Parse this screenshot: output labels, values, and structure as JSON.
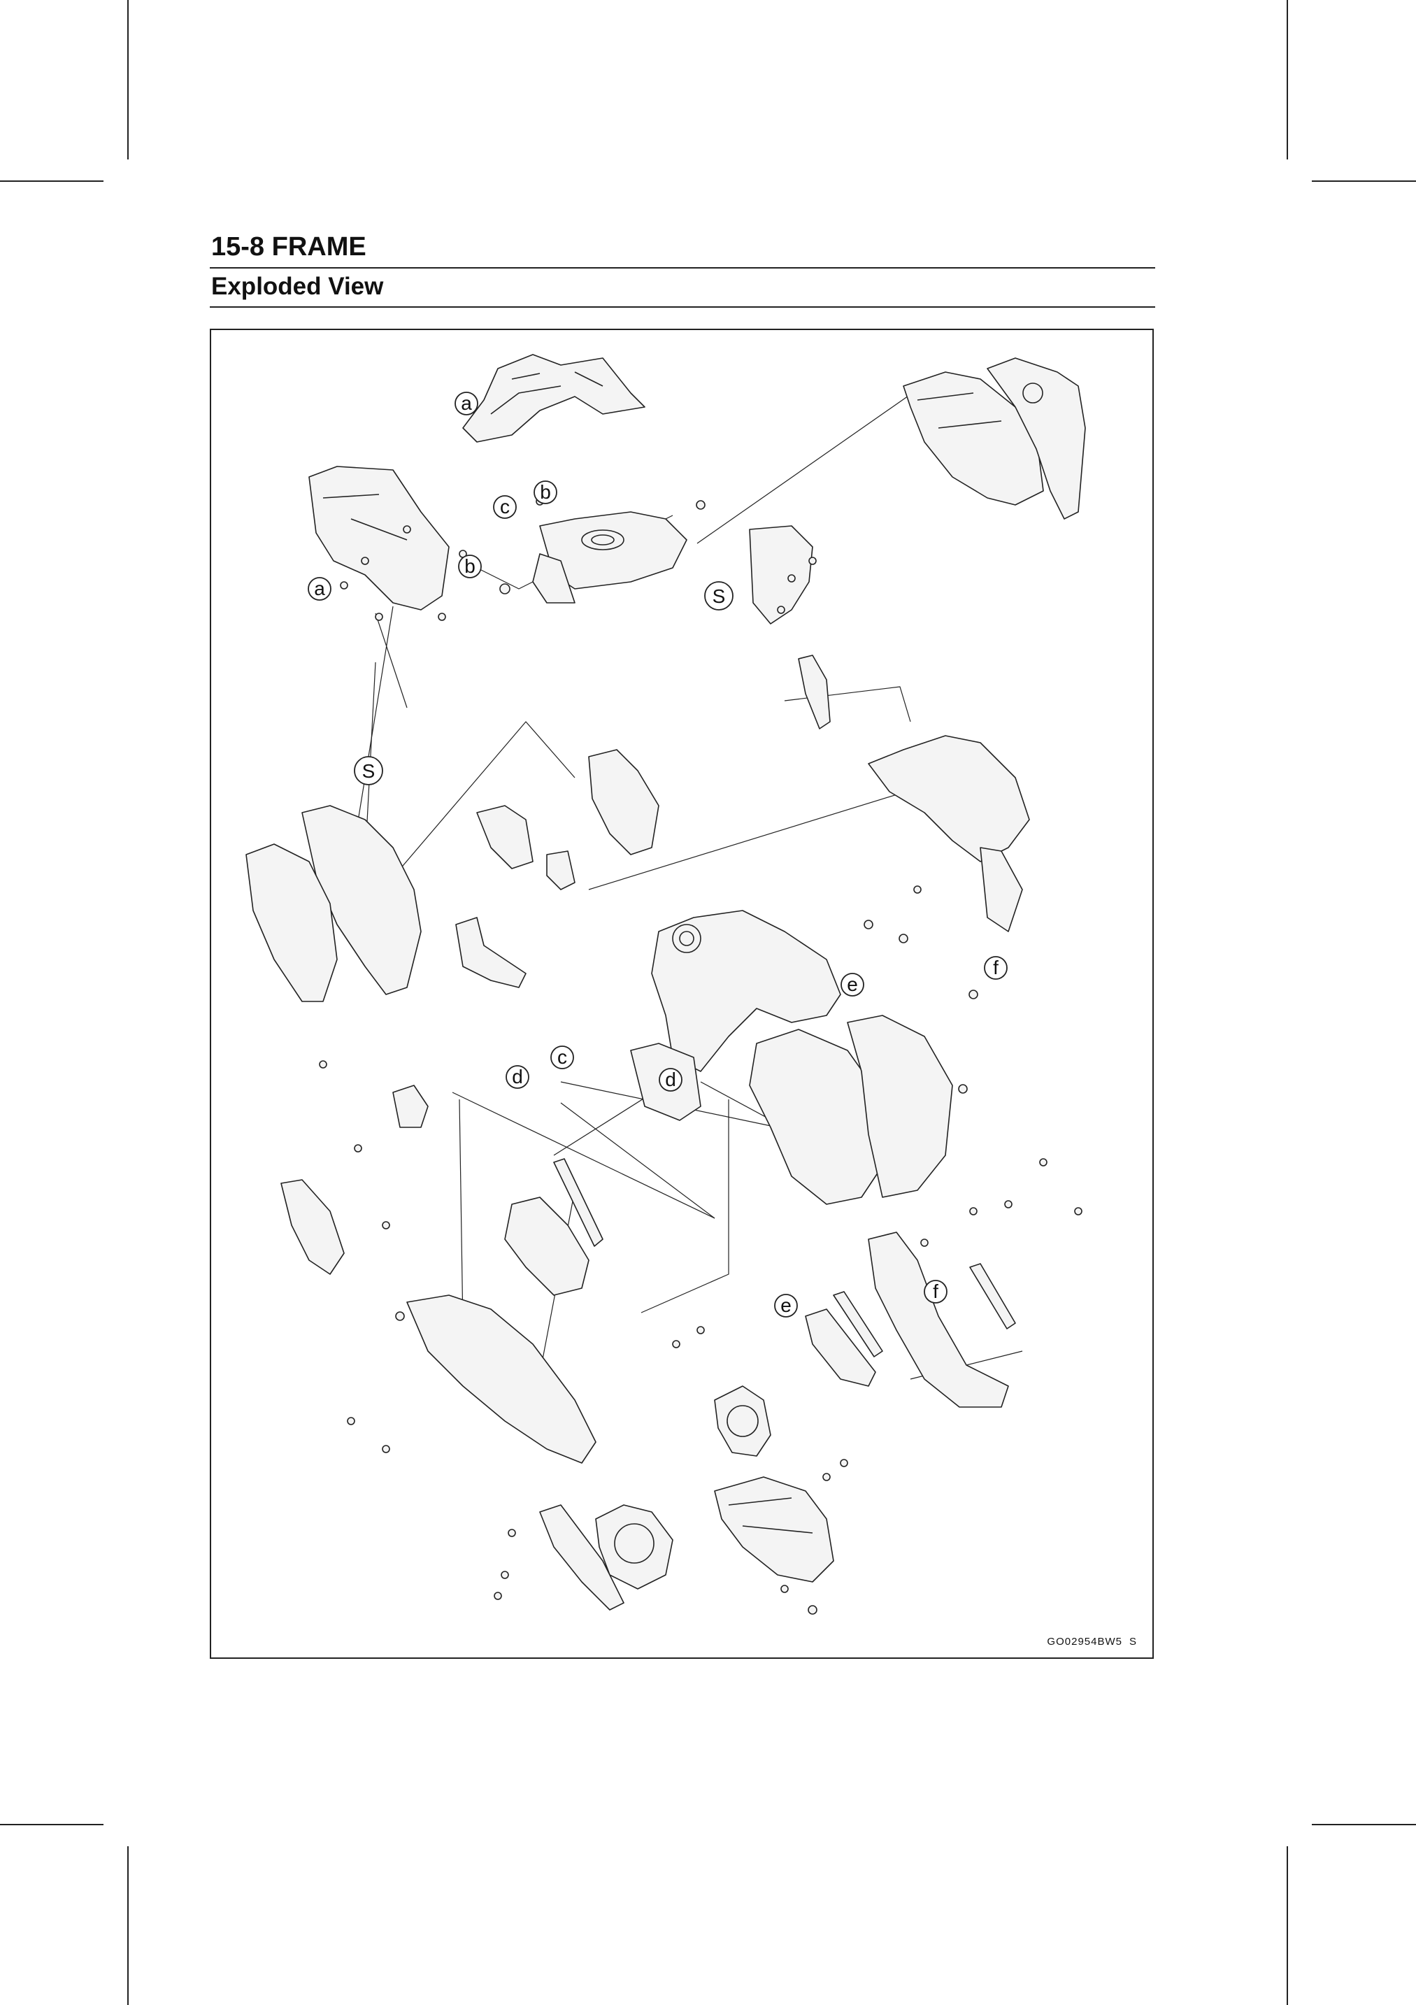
{
  "header": {
    "page_title": "15-8 FRAME",
    "section_title": "Exploded View"
  },
  "diagram": {
    "figure_code": "GO02954BW5",
    "figure_suffix": "S",
    "callouts": [
      {
        "id": "a-1",
        "letter": "a"
      },
      {
        "id": "a-2",
        "letter": "a"
      },
      {
        "id": "b-1",
        "letter": "b"
      },
      {
        "id": "b-2",
        "letter": "b"
      },
      {
        "id": "c-1",
        "letter": "c"
      },
      {
        "id": "c-2",
        "letter": "c"
      },
      {
        "id": "d-1",
        "letter": "d"
      },
      {
        "id": "d-2",
        "letter": "d"
      },
      {
        "id": "e-1",
        "letter": "e"
      },
      {
        "id": "e-2",
        "letter": "e"
      },
      {
        "id": "f-1",
        "letter": "f"
      },
      {
        "id": "f-2",
        "letter": "f"
      },
      {
        "id": "s-1",
        "letter": "S"
      },
      {
        "id": "s-2",
        "letter": "S"
      }
    ]
  },
  "colors": {
    "ink": "#222222",
    "paper": "#ffffff",
    "part_fill": "#f4f4f4"
  }
}
